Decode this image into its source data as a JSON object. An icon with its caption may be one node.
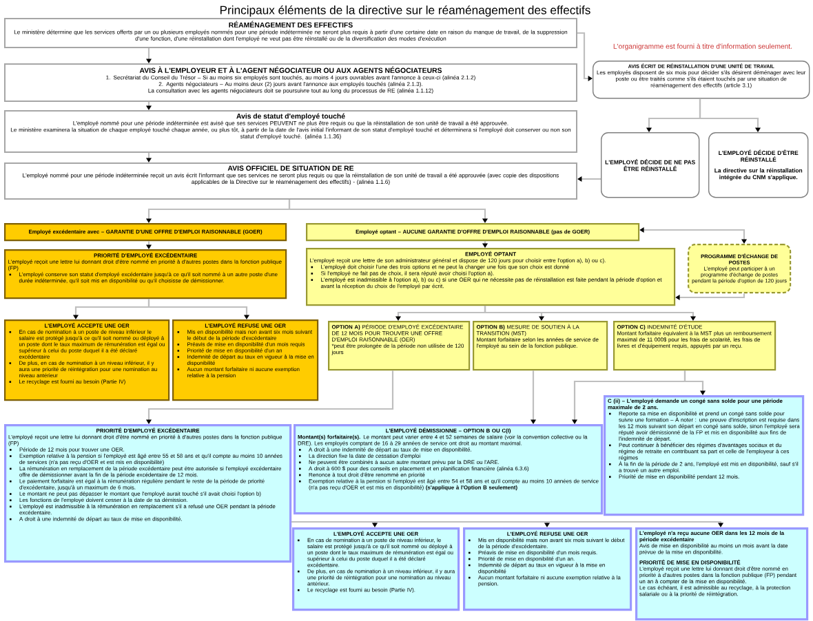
{
  "diagram": {
    "title": "Principaux éléments de la directive sur le réaménagement des effectifs",
    "nodes": [
      {
        "text": [
          "RÉAMÉNAGEMENT DES EFFECTIFS",
          "Le ministère détermine que les services offerts par un ou plusieurs employés nommés pour une période indéterminée ne seront plus requis à partir d'une certaine date en raison du manque de travail, de la suppression d'une fonction, d'une réinstallation dont l'employé ne veut pas être réinstallé ou de la diversification des modes d'exécution"
        ]
      },
      {
        "text": [
          "AVIS À L'EMPLOYEUR ET À L'AGENT NÉGOCIATEUR OU AUX AGENTS NÉGOCIATEURS",
          "1. Secrétariat du Conseil du Trésor – Si au moins six employés sont touchés, au moins 4 jours ouvrables avant l'annonce à ceux-ci (alinéa 2.1.2)",
          "2. Agents négociateurs – Au moins deux (2) jours avant l'annonce aux employés touchés (alinéa 2.1.3).",
          "La consultation avec les agents négociateurs doit se poursuivre tout au long du processus de RE (alinéa 1.1.12)"
        ]
      },
      {
        "text": [
          "Avis de statut d'employé touché",
          "L'employé nommé pour une période indéterminée est avisé que ses services PEUVENT ne plus être requis ou que la réinstallation de son unité de travail a été approuvée.",
          "Le ministère examinera la situation de chaque employé touché chaque année, ou plus tôt, à partir de la date de l'avis initial l'informant de son statut d'employé touché et déterminera si l'employé doit conserver ou non son statut d'employé touché. (alinéa 1.1.36)"
        ]
      },
      {
        "text": [
          "AVIS OFFICIEL DE SITUATION DE RE",
          "L'employé nommé pour une période indéterminée reçoit un avis écrit l'informant que ses services ne seront plus requis ou que la réinstallation de son unité de travail a été approuvée (avec copie des dispositions applicables de la Directive sur le réaménagement des effectifs) - (alinéa 1.1.6)"
        ]
      },
      {
        "text": [
          "AVIS ÉCRIT DE RÉINSTALLATION D'UNE UNITÉ DE TRAVAIL",
          "Les employés disposent de six mois pour décider s'ils désirent déménager avec leur poste ou être traités comme s'ils étaient touchés par une situation de réaménagement des effectifs (article 3.1)"
        ]
      },
      {
        "text": [
          "L'EMPLOYÉ DÉCIDE DE NE PAS ÊTRE RÉINSTALLÉ"
        ]
      },
      {
        "text": [
          "L'EMPLOYÉ DÉCIDE D'ÊTRE RÉINSTALLÉ",
          "La directive sur la réinstallation intégrée du CNM s'applique."
        ]
      },
      {
        "text": [
          "Employé excédentaire avec – GARANTIE D'UNE OFFRE D'EMPLOI RAISONNABLE (GOER)"
        ]
      },
      {
        "text": [
          "Employé optant – AUCUNE GARANTIE D'OFFRE D'EMPLOI RAISONNABLE (pas de GOER)"
        ]
      },
      {
        "text": [
          "PROGRAMME D'ÉCHANGE DE POSTES",
          "L'employé peut participer à un programme d'échange de postes pendant la période d'option de 120 jours"
        ]
      },
      {
        "text": [
          "PRIORITÉ D'EMPLOYÉ EXCÉDENTAIRE",
          "L'employé reçoit une lettre lui donnant droit d'être nommé en priorité à d'autres postes dans la fonction publique (FP)",
          "L'employé conserve son statut d'employé excédentaire jusqu'à ce qu'il soit nommé à un autre poste d'une durée indéterminée, qu'il soit mis en disponibilité ou qu'il choisisse de démissionner."
        ]
      },
      {
        "text": [
          "EMPLOYÉ OPTANT",
          "L'employé reçoit une lettre de son administrateur général et dispose de 120 jours pour choisir entre l'option a), b) ou c).",
          "L'employé doit choisir l'une des trois options et ne peut la changer une fois que son choix est donné",
          "Si l'employé ne fait pas de choix, il sera réputé avoir choisi l'option a).",
          "L'employé est inadmissible à l'option a), b) ou c) si une OER qui ne nécessite pas de réinstallation est faite pendant la période d'option et avant la réception du choix de l'employé par écrit."
        ]
      },
      {
        "text": [
          "L'EMPLOYÉ ACCEPTE UNE OER",
          "En cas de nomination à un poste de niveau inférieur le salaire est protégé jusqu'à ce qu'il soit nommé ou déployé à un poste dont le taux maximum de rémunération est égal ou supérieur à celui du poste duquel il a été déclaré excédentaire",
          "De plus, en cas de nomination à un niveau inférieur, il y aura une priorité de réintégration pour une nomination au niveau antérieur",
          "Le recyclage est fourni au besoin (Partie IV)"
        ]
      },
      {
        "text": [
          "L'EMPLOYÉ REFUSE UNE OER",
          "Mis en disponibilité mais non avant six mois suivant le début de la période d'excédentaire",
          "Préavis de mise en disponibilité d'un mois requis",
          "Priorité de mise en disponibilité d'un an",
          "Indemnité de départ au taux en vigueur à la mise en disponibilité",
          "Aucun montant forfaitaire ni aucune exemption relative à la pension"
        ]
      },
      {
        "text": [
          "**OPTION A)** PÉRIODE D'EMPLOYÉ EXCÉDENTAIRE DE 12 MOIS POUR TROUVER UNE OFFRE D'EMPLOI RAISONNABLE (OER)",
          "*peut être prolongée de la période non utilisée de 120 jours"
        ]
      },
      {
        "text": [
          "**OPTION B)** MESURE DE SOUTIEN À LA TRANSITION (MST)",
          "Montant forfaitaire selon les années de service de l'employé au sein de la fonction publique."
        ]
      },
      {
        "text": [
          "**OPTION C)** INDEMNITÉ D'ÉTUDE",
          "Montant forfaitaire équivalent à la MST plus un remboursement maximal de 11 000$ pour les frais de scolarité, les frais de livres et d'équipement requis, appuyés par un reçu."
        ]
      },
      {
        "text": [
          "PRIORITÉ D'EMPLOYÉ EXCÉDENTAIRE",
          "L'employé reçoit une lettre lui donnant droit d'être nommé en priorité à d'autres postes dans la fonction publique (FP)",
          "Période de 12 mois pour trouver une OER.",
          "Exemption relative à la pension si l'employé est âgé entre 55 et 58 ans et qu'il compte au moins 10 années de services (n'a pas reçu d'OER et est mis en disponibilité)",
          "La rémunération en remplacement de la période excédentaire peut être autorisée si l'employé excédentaire offre de démissionner avant la fin de la période excédentaire de 12 mois.",
          "Le paiement forfaitaire est égal à la rémunération régulière pendant le reste de la période de priorité d'excédentaire, jusqu'à un maximum de 6 mois.",
          "Le montant ne peut pas dépasser le montant que l'employé aurait touché s'il avait choisi l'option b)",
          "Les fonctions de l'employé doivent cesser à la date de sa démission.",
          "L'employé est inadmissible à la rémunération en remplacement s'il a refusé une OER pendant la période excédentaire.",
          "A droit à une indemnité de départ au taux de mise en disponibilité."
        ]
      },
      {
        "text": [
          "L'EMPLOYÉ DÉMISSIONNE – OPTION B OU C(I)",
          "**Montant(s) forfaitaire(s).** Le montant peut varier entre 4 et 52 semaines de salaire (voir la convention collective ou la DRE). Les employés comptant de 16 à 29 années de service ont droit au montant maximal.",
          "A droit à une indemnité de départ au taux de mise en disponibilité.",
          "La direction fixe la date de cessation d'emploi",
          "Ne peuvent être combinés à aucun autre montant prévu par la DRE ou l'ARE.",
          "A droit à 600 $ pour des conseils en placement et en planification financière (alinéa 6.3.6)",
          "Renonce à tout droit d'être renommé en priorité",
          "Exemption relative à la pension si l'employé est âgé entre 54 et 58 ans et qu'il compte au moins 10 années de service (n'a pas reçu d'OER et est mis en disponibilité) **(s'applique à l'Option B seulement)**"
        ]
      },
      {
        "text": [
          "C (ii) – L'employé demande un congé sans solde pour une période maximale de 2 ans.",
          "Reporte sa mise en disponibilité et prend un congé sans solde pour suivre une formation – À noter : une preuve d'inscription est requise dans les 12 mois suivant son départ en congé sans solde, sinon l'employé sera réputé avoir démissionné de la FP et mis en disponibilité aux fins de l'indemnité de départ.",
          "Peut continuer à bénéficier des régimes d'avantages sociaux et du régime de retraite en contribuant sa part et celle de l'employeur à ces régimes",
          "À la fin de la période de 2 ans, l'employé est mis en disponibilité, sauf s'il a trouvé un autre emploi.",
          "Priorité de mise en disponibilité pendant 12 mois."
        ]
      },
      {
        "text": [
          "L'EMPLOYÉ ACCEPTE UNE OER",
          "En cas de nomination à un poste de niveau inférieur, le salaire est protégé jusqu'à ce qu'il soit nommé ou déployé à un poste dont le taux maximum de rémunération est égal ou supérieur à celui du poste duquel il a été déclaré excédentaire.",
          "De plus, en cas de nomination à un niveau inférieur, il y aura une priorité de réintégration pour une nomination au niveau antérieur.",
          "Le recyclage est fourni au besoin (Partie IV)."
        ]
      },
      {
        "text": [
          "L'EMPLOYÉ REFUSE UNE OER",
          "Mis en disponibilité mais non avant six mois suivant le début de la période d'excédentaire.",
          "Préavis de mise en disponibilité d'un mois requis.",
          "Priorité de mise en disponibilité d'un an.",
          "Indemnité de départ au taux en vigueur à la mise en disponibilité",
          "Aucun montant forfaitaire ni aucune exemption relative à la pension."
        ]
      },
      {
        "text": [
          "L'employé n'a reçu aucune OER dans les 12 mois de la période excédentaire",
          "Avis de mise en disponibilité au moins un mois avant la date prévue de la mise en disponibilité.",
          "PRIORITÉ DE MISE EN DISPONIBILITÉ",
          "L'employé reçoit une lettre lui donnant droit d'être nommé en priorité à d'autres postes dans la fonction publique (FP) pendant un an à compter de la mise en disponibilité.",
          "Le cas échéant, il est admissible au recyclage, à la protection salariale ou à la priorité de réintégration."
        ]
      }
    ],
    "edges": [
      {
        "from": 0,
        "to": 1,
        "arrow": "to"
      },
      {
        "from": 1,
        "to": 2,
        "arrow": "to"
      },
      {
        "from": 2,
        "to": 3,
        "arrow": "to"
      },
      {
        "from": 0,
        "to": 4,
        "arrow": "to"
      },
      {
        "from": 4,
        "to": 5,
        "arrow": "to"
      },
      {
        "from": 4,
        "to": 6,
        "arrow": "to"
      },
      {
        "from": 5,
        "to": 3,
        "arrow": "to"
      },
      {
        "from": 3,
        "to": 7,
        "arrow": "to"
      },
      {
        "from": 3,
        "to": 8,
        "arrow": "to"
      },
      {
        "from": 7,
        "to": 10,
        "arrow": "to"
      },
      {
        "from": 8,
        "to": 11,
        "arrow": "to"
      },
      {
        "from": 8,
        "to": 9,
        "arrow": "both"
      },
      {
        "from": 9,
        "to": 11,
        "arrow": "to"
      },
      {
        "from": 10,
        "to": 12,
        "arrow": "to"
      },
      {
        "from": 10,
        "to": 13,
        "arrow": "to"
      },
      {
        "from": 11,
        "to": 14,
        "arrow": "to"
      },
      {
        "from": 11,
        "to": 15,
        "arrow": "to"
      },
      {
        "from": 11,
        "to": 16,
        "arrow": "to"
      },
      {
        "from": 14,
        "to": 17,
        "arrow": "to"
      },
      {
        "from": 15,
        "to": 18,
        "arrow": "to"
      },
      {
        "from": 16,
        "to": 18,
        "arrow": "to"
      },
      {
        "from": 16,
        "to": 19,
        "arrow": "to"
      },
      {
        "from": 17,
        "to": 20,
        "arrow": "to"
      },
      {
        "from": 17,
        "to": 21,
        "arrow": "to"
      },
      {
        "from": 17,
        "to": 22,
        "arrow": "to"
      }
    ],
    "labels": [
      "L'organigramme est fourni à titre d'information seulement."
    ]
  }
}
